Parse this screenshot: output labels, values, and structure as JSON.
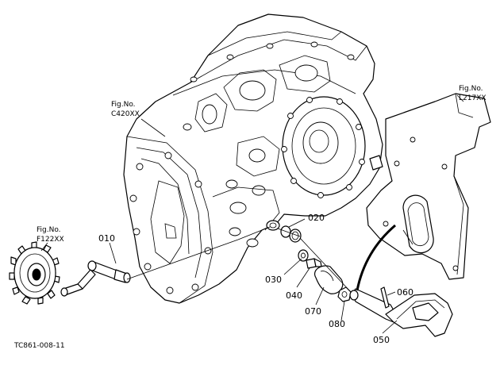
{
  "figure_refs": {
    "c420": {
      "title": "Fig.No.",
      "code": "C420XX"
    },
    "l217": {
      "title": "Fig.No.",
      "code": "L217XX"
    },
    "f122": {
      "title": "Fig.No.",
      "code": "F122XX"
    }
  },
  "callouts": {
    "p010": "010",
    "p020": "020",
    "p030": "030",
    "p040": "040",
    "p050": "050",
    "p060": "060",
    "p070": "070",
    "p080": "080"
  },
  "drawing_code": "TC861-008-11",
  "colors": {
    "line": "#000000",
    "background": "#ffffff"
  }
}
